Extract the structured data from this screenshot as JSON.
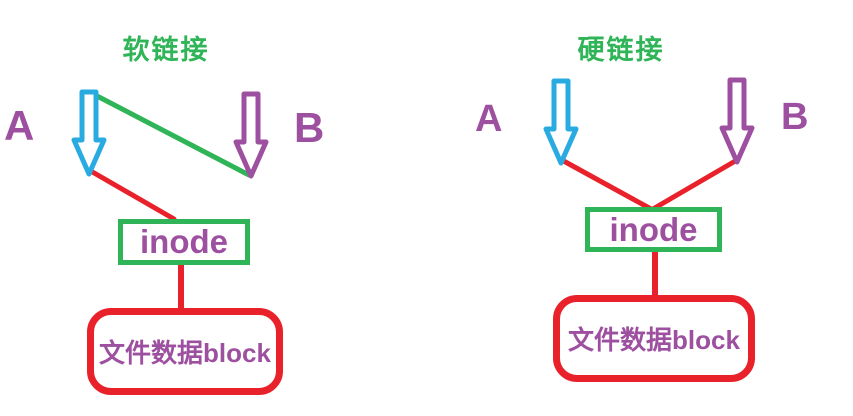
{
  "colors": {
    "green": "#2fb457",
    "blue": "#29abe2",
    "red": "#e8212a",
    "purple": "#9e50a0"
  },
  "icons": {
    "down_arrow": "hollow-down-arrow"
  },
  "panels": {
    "soft": {
      "title": "软链接",
      "label_a": "A",
      "label_b": "B",
      "inode": "inode",
      "block": "文件数据block"
    },
    "hard": {
      "title": "硬链接",
      "label_a": "A",
      "label_b": "B",
      "inode": "inode",
      "block": "文件数据block"
    }
  }
}
